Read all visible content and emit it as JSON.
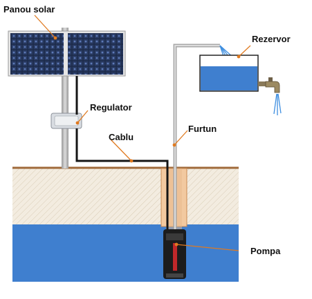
{
  "labels": {
    "solar_panel": "Panou solar",
    "regulator": "Regulator",
    "cable": "Cablu",
    "hose": "Furtun",
    "tank": "Rezervor",
    "pump": "Pompa"
  },
  "colors": {
    "water": "#3f7fcf",
    "soil": "#f3ece0",
    "ground_line": "#a06a3a",
    "leader": "#e07a20",
    "pipe": "#b4b4b4",
    "panel_cell": "#1d2b4a",
    "casing": "#f2c9a0"
  },
  "icons": {
    "tap": "faucet-icon",
    "water_spray": "water-spray-icon"
  }
}
